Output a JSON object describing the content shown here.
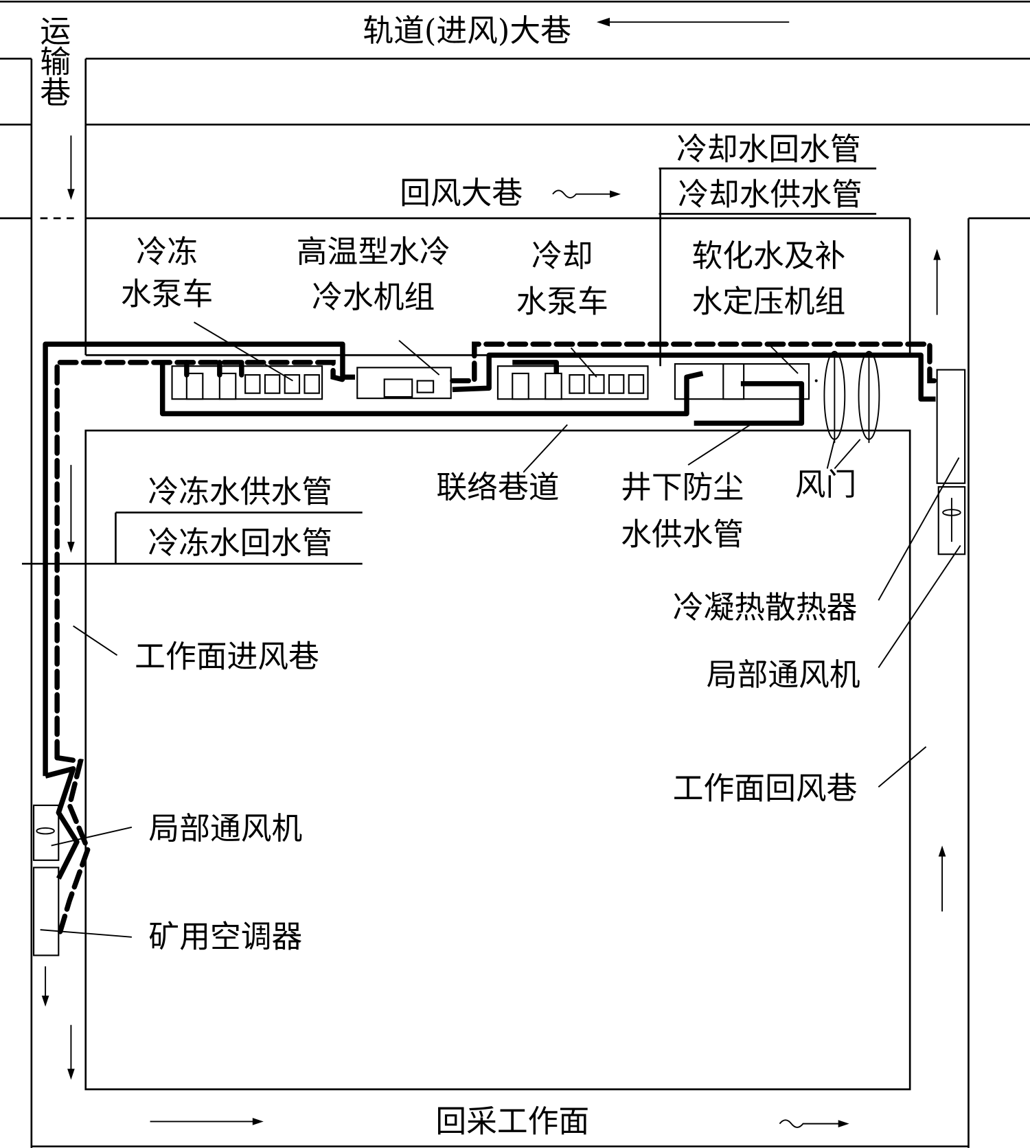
{
  "labels": {
    "track_roadway": "轨道(进风)大巷",
    "transport_roadway": "运输巷",
    "return_air_roadway": "回风大巷",
    "cooling_return_pipe": "冷却水回水管",
    "cooling_supply_pipe": "冷却水供水管",
    "chilled_pump_1": "冷冻",
    "chilled_pump_2": "水泵车",
    "chiller_1": "高温型水冷",
    "chiller_2": "冷水机组",
    "cooling_pump_1": "冷却",
    "cooling_pump_2": "水泵车",
    "softening_1": "软化水及补",
    "softening_2": "水定压机组",
    "chilled_supply_pipe": "冷冻水供水管",
    "chilled_return_pipe": "冷冻水回水管",
    "connecting_roadway": "联络巷道",
    "dust_water_1": "井下防尘",
    "dust_water_2": "水供水管",
    "air_door": "风门",
    "condenser_radiator": "冷凝热散热器",
    "local_fan_right": "局部通风机",
    "face_intake_roadway": "工作面进风巷",
    "face_return_roadway": "工作面回风巷",
    "local_fan_left": "局部通风机",
    "mine_air_conditioner": "矿用空调器",
    "working_face": "回采工作面"
  }
}
